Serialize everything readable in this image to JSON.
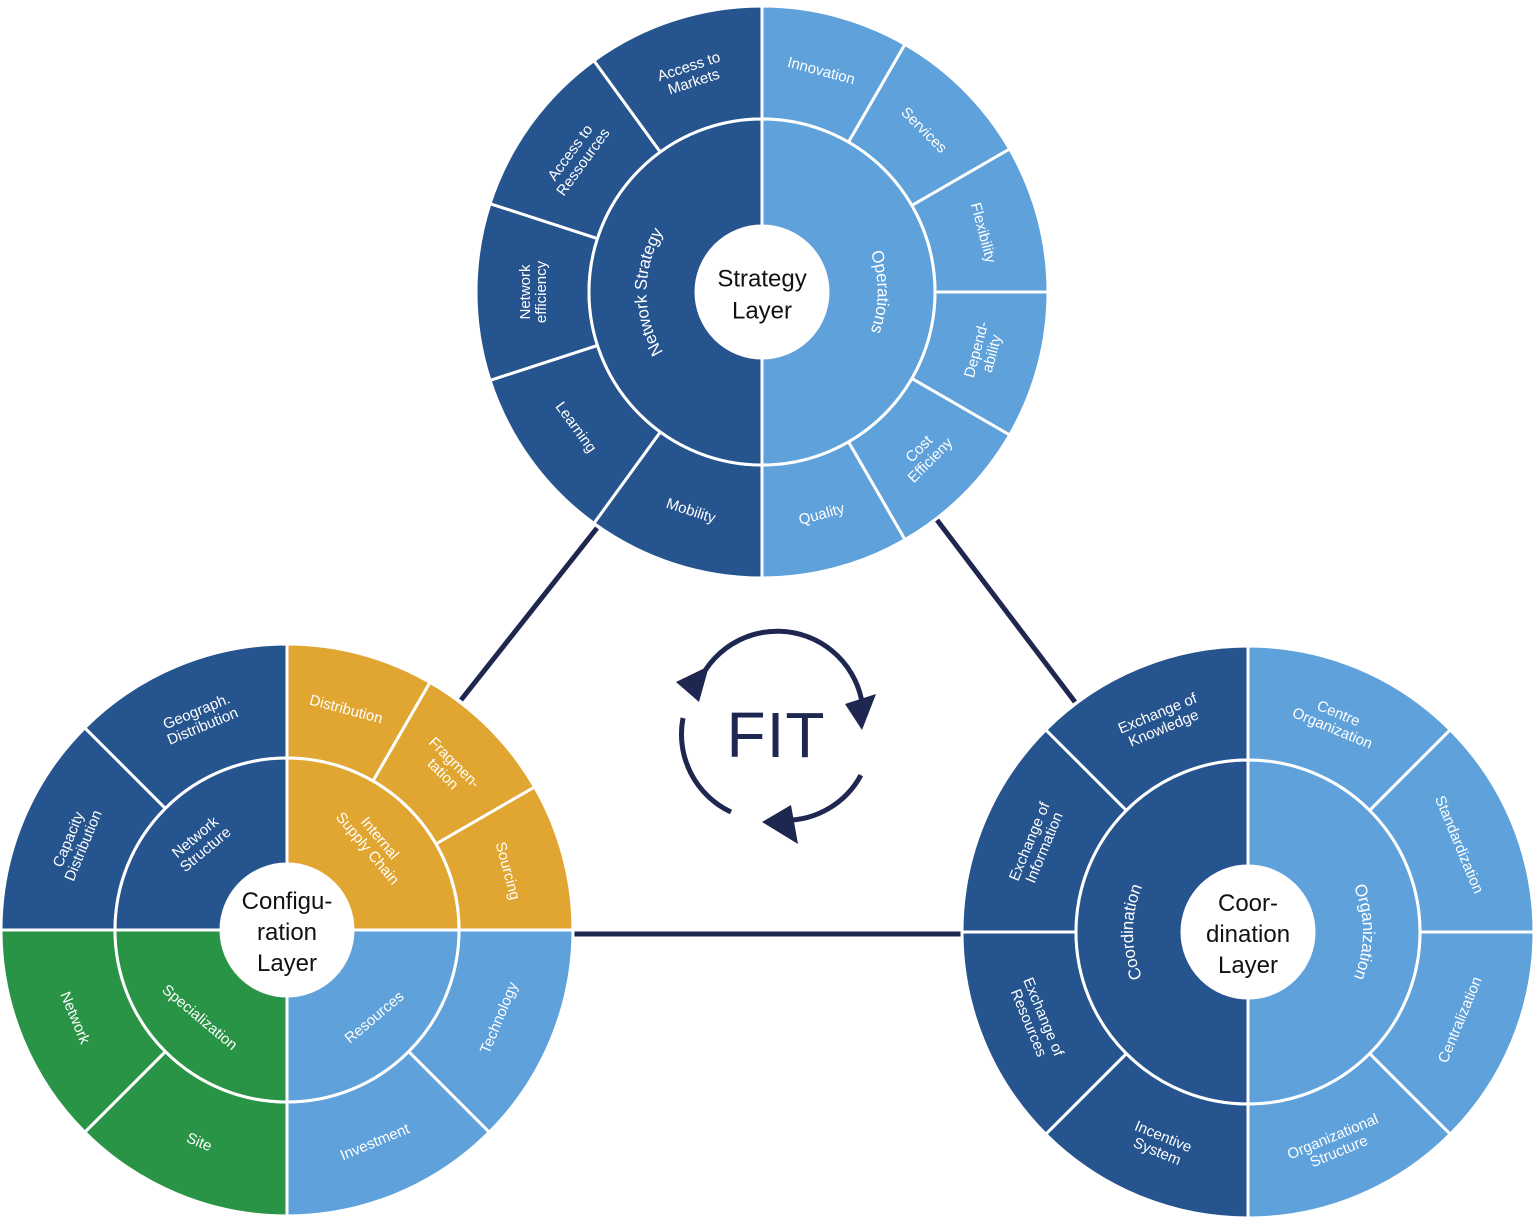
{
  "colors": {
    "dark_blue": "#26548f",
    "light_blue": "#5fa1da",
    "orange": "#e1a531",
    "green": "#2a9446",
    "navy": "#1e2750",
    "white": "#ffffff"
  },
  "fit": {
    "label": "FIT"
  },
  "wheels": [
    {
      "id": "strategy",
      "center": [
        "Strategy",
        "Layer"
      ],
      "inner": [
        {
          "id": "network-strategy",
          "label": "Network Strategy",
          "color": "#26548f"
        },
        {
          "id": "operations",
          "label": "Operations",
          "color": "#5fa1da"
        }
      ],
      "outer": [
        {
          "id": "innovation",
          "lines": [
            "Innovation"
          ],
          "color": "#5fa1da"
        },
        {
          "id": "services",
          "lines": [
            "Services"
          ],
          "color": "#5fa1da"
        },
        {
          "id": "flexibility",
          "lines": [
            "Flexibility"
          ],
          "color": "#5fa1da"
        },
        {
          "id": "dependability",
          "lines": [
            "Depend-",
            "ability"
          ],
          "color": "#5fa1da"
        },
        {
          "id": "cost-efficiency",
          "lines": [
            "Cost",
            "Efficieny"
          ],
          "color": "#5fa1da"
        },
        {
          "id": "quality",
          "lines": [
            "Quality"
          ],
          "color": "#5fa1da"
        },
        {
          "id": "mobility",
          "lines": [
            "Mobility"
          ],
          "color": "#26548f"
        },
        {
          "id": "learning",
          "lines": [
            "Learning"
          ],
          "color": "#26548f"
        },
        {
          "id": "network-efficiency",
          "lines": [
            "Network",
            "efficiency"
          ],
          "color": "#26548f"
        },
        {
          "id": "access-to-ressources",
          "lines": [
            "Access to",
            "Ressources"
          ],
          "color": "#26548f"
        },
        {
          "id": "access-to-markets",
          "lines": [
            "Access to",
            "Markets"
          ],
          "color": "#26548f"
        }
      ]
    },
    {
      "id": "configuration",
      "center": [
        "Configu-",
        "ration",
        "Layer"
      ],
      "inner": [
        {
          "id": "internal-supply-chain",
          "lines": [
            "Internal",
            "Supply Chain"
          ],
          "color": "#e1a531"
        },
        {
          "id": "resources",
          "lines": [
            "Resources"
          ],
          "color": "#5fa1da"
        },
        {
          "id": "specialization",
          "lines": [
            "Specialization"
          ],
          "color": "#2a9446"
        },
        {
          "id": "network-structure",
          "lines": [
            "Network",
            "Structure"
          ],
          "color": "#26548f"
        }
      ],
      "outer": [
        {
          "id": "distribution",
          "lines": [
            "Distribution"
          ],
          "color": "#e1a531"
        },
        {
          "id": "fragmentation",
          "lines": [
            "Fragmen-",
            "tation"
          ],
          "color": "#e1a531"
        },
        {
          "id": "sourcing",
          "lines": [
            "Sourcing"
          ],
          "color": "#e1a531"
        },
        {
          "id": "technology",
          "lines": [
            "Technology"
          ],
          "color": "#5fa1da"
        },
        {
          "id": "investment",
          "lines": [
            "Investment"
          ],
          "color": "#5fa1da"
        },
        {
          "id": "site",
          "lines": [
            "Site"
          ],
          "color": "#2a9446"
        },
        {
          "id": "network",
          "lines": [
            "Network"
          ],
          "color": "#2a9446"
        },
        {
          "id": "capacity-distribution",
          "lines": [
            "Capacity",
            "Distribution"
          ],
          "color": "#26548f"
        },
        {
          "id": "geograph-distribution",
          "lines": [
            "Geograph.",
            "Distribution"
          ],
          "color": "#26548f"
        }
      ]
    },
    {
      "id": "coordination",
      "center": [
        "Coor-",
        "dination",
        "Layer"
      ],
      "inner": [
        {
          "id": "organization",
          "label": "Organization",
          "color": "#5fa1da"
        },
        {
          "id": "coordination",
          "label": "Coordination",
          "color": "#26548f"
        }
      ],
      "outer": [
        {
          "id": "centre-organization",
          "lines": [
            "Centre",
            "Organization"
          ],
          "color": "#5fa1da"
        },
        {
          "id": "standardization",
          "lines": [
            "Standardization"
          ],
          "color": "#5fa1da"
        },
        {
          "id": "centralization",
          "lines": [
            "Centralization"
          ],
          "color": "#5fa1da"
        },
        {
          "id": "organizational-structure",
          "lines": [
            "Organizational",
            "Structure"
          ],
          "color": "#5fa1da"
        },
        {
          "id": "incentive-system",
          "lines": [
            "Incentive",
            "System"
          ],
          "color": "#26548f"
        },
        {
          "id": "exchange-of-resources",
          "lines": [
            "Exchange of",
            "Resources"
          ],
          "color": "#26548f"
        },
        {
          "id": "exchange-of-information",
          "lines": [
            "Exchange of",
            "Information"
          ],
          "color": "#26548f"
        },
        {
          "id": "exchange-of-knowledge",
          "lines": [
            "Exchange of",
            "Knowledge"
          ],
          "color": "#26548f"
        }
      ]
    }
  ]
}
